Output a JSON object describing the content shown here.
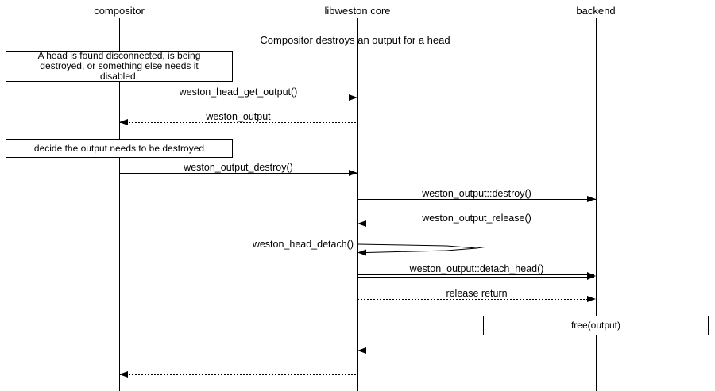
{
  "actors": [
    {
      "label": "compositor"
    },
    {
      "label": "libweston core"
    },
    {
      "label": "backend"
    }
  ],
  "title_divider": {
    "label": "Compositor destroys an output for a head"
  },
  "notes": {
    "head_note": {
      "line1": "A head is found disconnected, is being",
      "line2": "destroyed, or something else needs it",
      "line3": "disabled."
    },
    "decide_note": {
      "text": "decide the output needs to be destroyed"
    },
    "free_note": {
      "text": "free(output)"
    }
  },
  "messages": {
    "head_get_output": "weston_head_get_output()",
    "weston_output_return": "weston_output",
    "output_destroy": "weston_output_destroy()",
    "output_destroy_vfunc": "weston_output::destroy()",
    "output_release": "weston_output_release()",
    "head_detach": "weston_head_detach()",
    "detach_head_vfunc": "weston_output::detach_head()",
    "release_return": "release return"
  },
  "colors": {
    "background": "#ffffff",
    "line": "#000000",
    "text": "#000000"
  }
}
